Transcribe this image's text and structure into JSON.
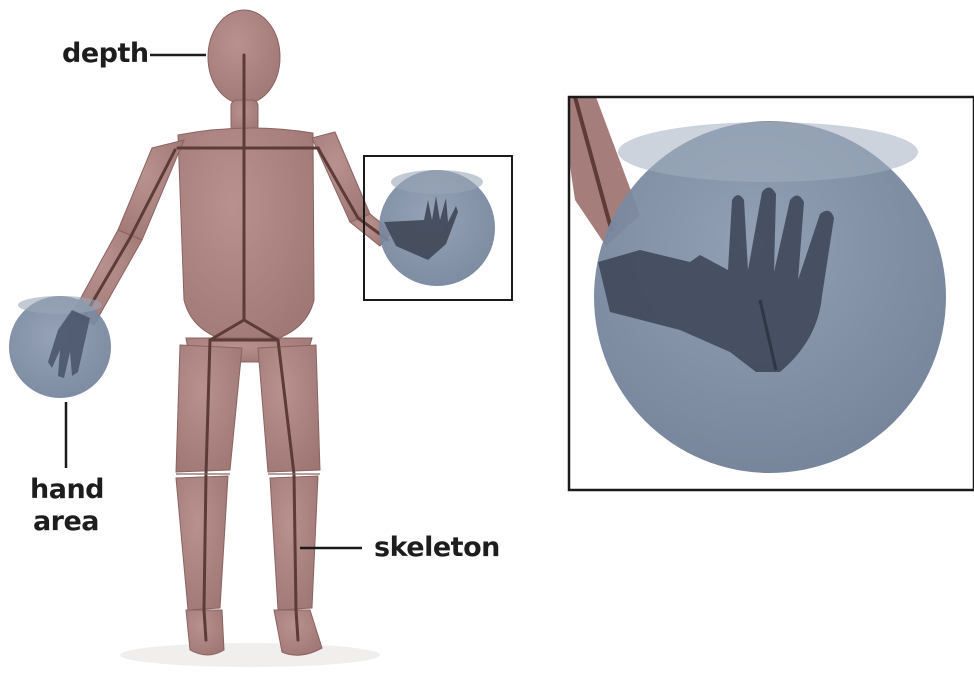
{
  "labels": {
    "depth": "depth",
    "hand_line1": "hand",
    "hand_line2": "area",
    "skeleton": "skeleton"
  },
  "colors": {
    "body": "#a77f7d",
    "body_dark": "#8e6764",
    "bone": "#5d3b38",
    "sphere": "#7d8ea3",
    "hand": "#3f4756",
    "outline": "#1a1a1a"
  }
}
